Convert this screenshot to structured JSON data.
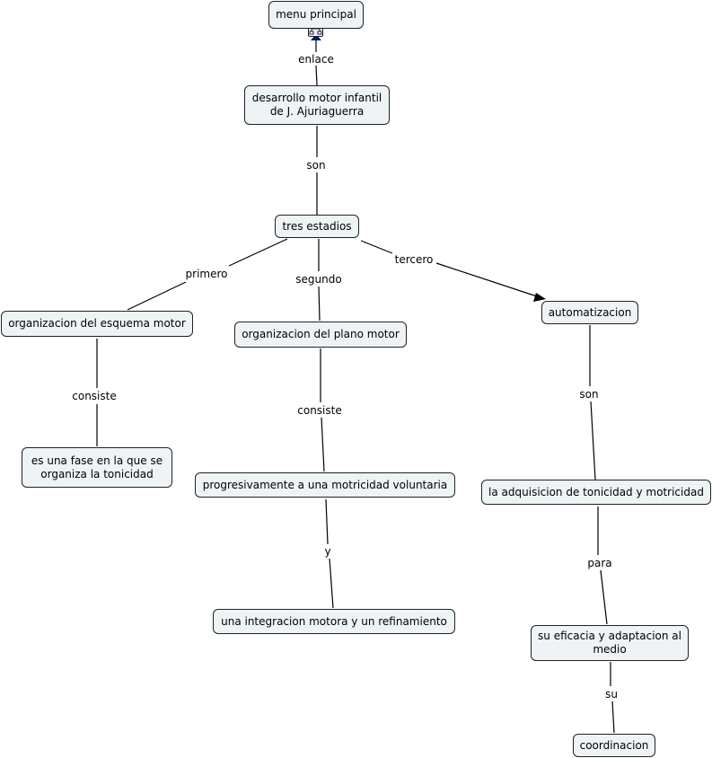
{
  "nodes": [
    {
      "id": "menu",
      "text": "menu principal"
    },
    {
      "id": "desarrollo",
      "text": "desarrollo motor infantil\nde J. Ajuriaguerra"
    },
    {
      "id": "estadios",
      "text": "tres estadios"
    },
    {
      "id": "esquema",
      "text": "organizacion del esquema motor"
    },
    {
      "id": "plano",
      "text": "organizacion del plano motor"
    },
    {
      "id": "automat",
      "text": "automatizacion"
    },
    {
      "id": "fase",
      "text": "es una fase en la que se\norganiza la tonicidad"
    },
    {
      "id": "progresiva",
      "text": "progresivamente a una motricidad voluntaria"
    },
    {
      "id": "adquisicion",
      "text": "la adquisicion de tonicidad y motricidad"
    },
    {
      "id": "integracion",
      "text": "una integracion motora y un refinamiento"
    },
    {
      "id": "eficacia",
      "text": "su eficacia y adaptacion al\nmedio"
    },
    {
      "id": "coordinacion",
      "text": "coordinacion"
    }
  ],
  "links": [
    {
      "id": "enlace",
      "text": "enlace"
    },
    {
      "id": "son1",
      "text": "son"
    },
    {
      "id": "primero",
      "text": "primero"
    },
    {
      "id": "segundo",
      "text": "segundo"
    },
    {
      "id": "tercero",
      "text": "tercero"
    },
    {
      "id": "consiste1",
      "text": "consiste"
    },
    {
      "id": "consiste2",
      "text": "consiste"
    },
    {
      "id": "son2",
      "text": "son"
    },
    {
      "id": "y",
      "text": "y"
    },
    {
      "id": "para",
      "text": "para"
    },
    {
      "id": "su",
      "text": "su"
    }
  ],
  "icons": {
    "menu_link": "concept-map-icon"
  }
}
